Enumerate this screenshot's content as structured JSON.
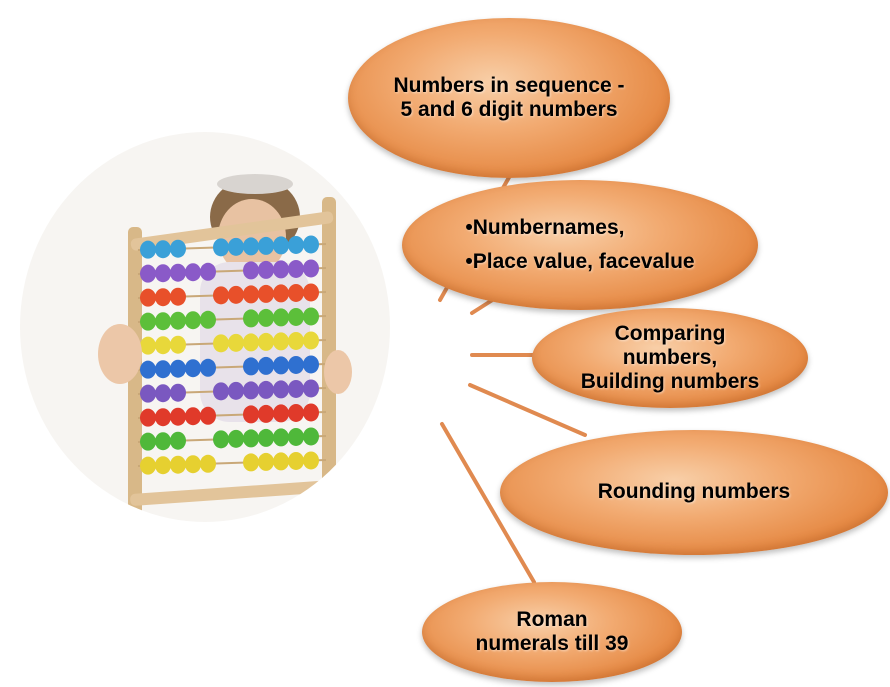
{
  "topics": {
    "t1": {
      "line1": "Numbers in sequence -",
      "line2": "5 and 6 digit numbers"
    },
    "t2": {
      "line1": "•Numbernames,",
      "line2": "•Place value, facevalue"
    },
    "t3": {
      "line1": "Comparing",
      "line2": "numbers,",
      "line3": "Building numbers"
    },
    "t4": {
      "line1": "Rounding numbers"
    },
    "t5": {
      "line1": "Roman",
      "line2": "numerals till 39"
    }
  },
  "colors": {
    "oval": "#e68a45",
    "connector": "#e08a50"
  },
  "image": {
    "icon": "child-with-abacus"
  }
}
